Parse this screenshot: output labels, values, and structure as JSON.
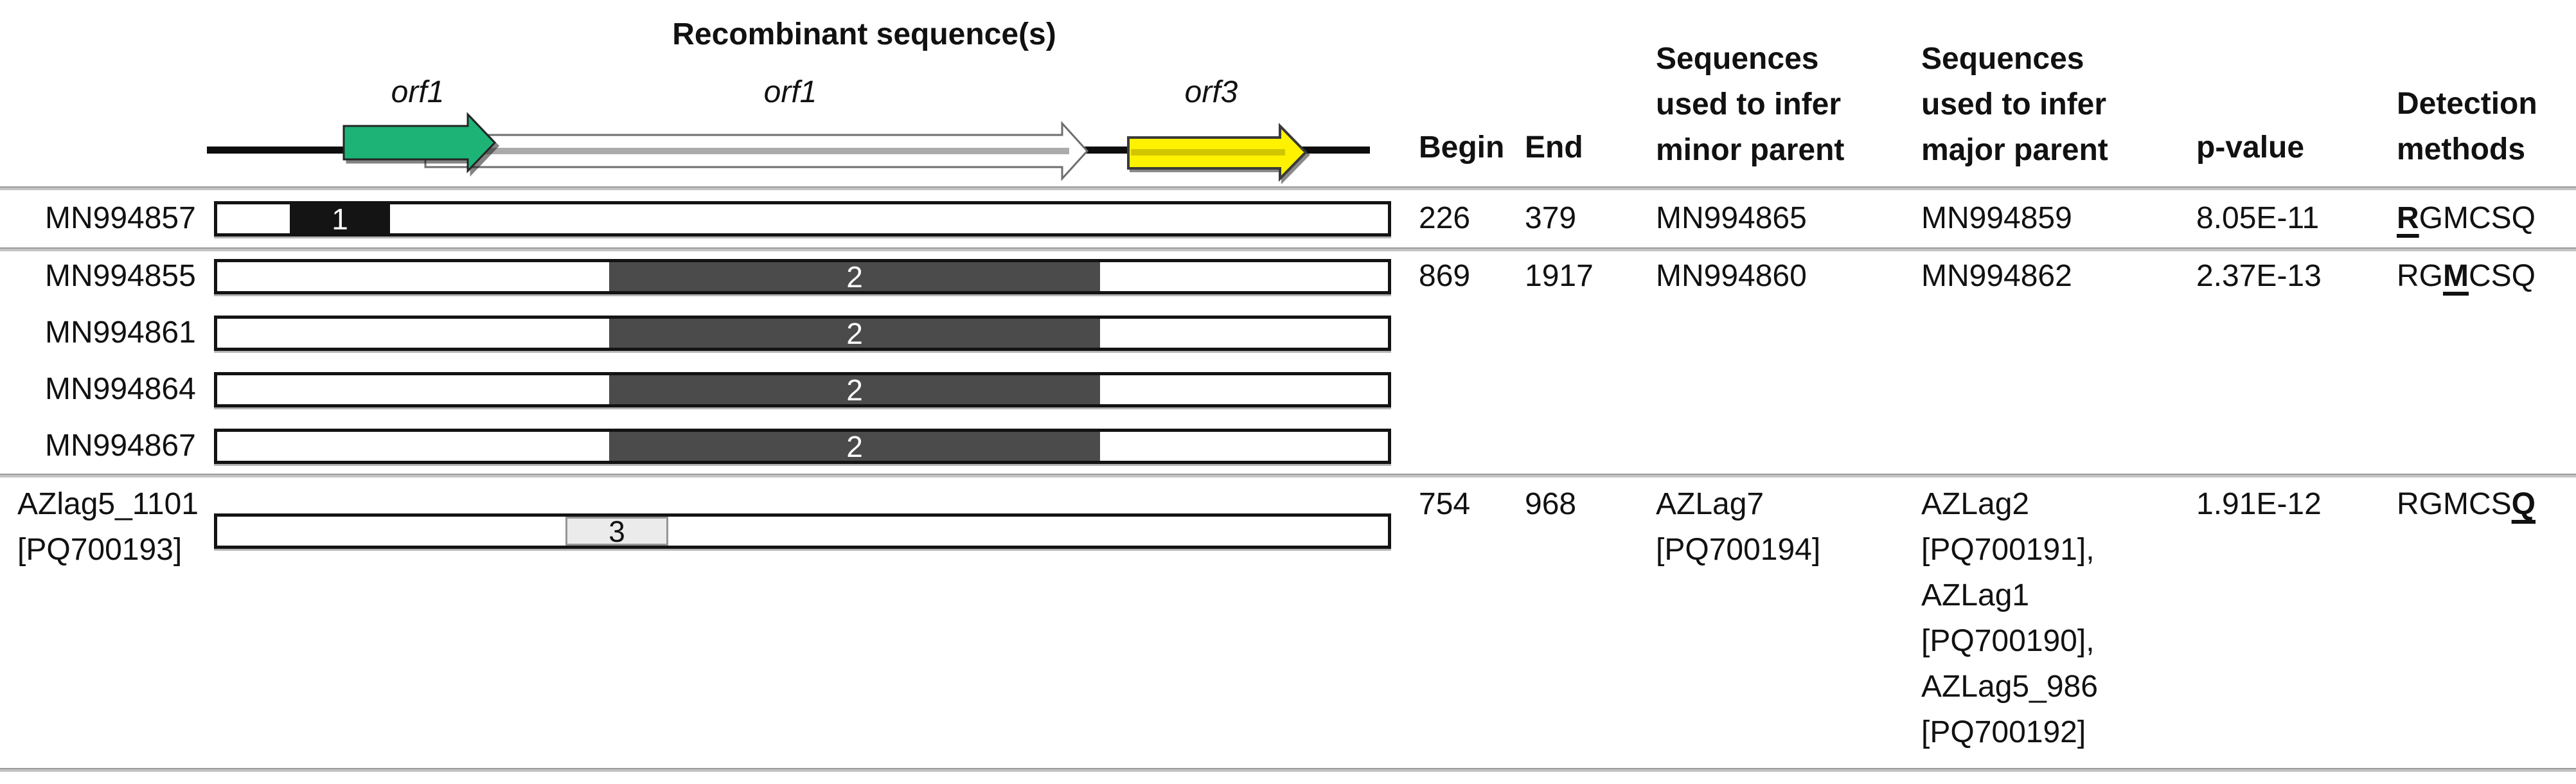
{
  "title": "Recombinant sequence(s)",
  "diagram": {
    "gene_labels": [
      "orf1",
      "orf1",
      "orf3"
    ]
  },
  "colors": {
    "orf_green": "#1db376",
    "orf_white": "#ffffff",
    "orf_white_shade": "#ababab",
    "orf_yellow": "#fff200",
    "orf_yellow_shade": "#cdc100",
    "baseline_black": "#0d0d0d",
    "event1": "#141414",
    "event2": "#4b4b4b",
    "event3": "#ebebeb"
  },
  "table": {
    "headers": {
      "begin": "Begin",
      "end": "End",
      "minor": "Sequences\nused to infer\nminor parent",
      "major": "Sequences\nused to infer\nmajor parent",
      "pvalue": "p-value",
      "detection": "Detection\nmethods"
    },
    "rows": [
      {
        "name": "MN994857",
        "event": "1",
        "begin": "226",
        "end": "379",
        "minor": "MN994865",
        "major": "MN994859",
        "pvalue": "8.05E-11",
        "detect_pre": "",
        "detect_em": "R",
        "detect_post": "GMCSQ"
      },
      {
        "name": "MN994855",
        "event": "2",
        "begin": "869",
        "end": "1917",
        "minor": "MN994860",
        "major": "MN994862",
        "pvalue": "2.37E-13",
        "detect_pre": "RG",
        "detect_em": "M",
        "detect_post": "CSQ"
      },
      {
        "name": "MN994861",
        "event": "2"
      },
      {
        "name": "MN994864",
        "event": "2"
      },
      {
        "name": "MN994867",
        "event": "2"
      },
      {
        "name": "AZlag5_1101\n[PQ700193]",
        "event": "3",
        "begin": "754",
        "end": "968",
        "minor": "AZLag7\n[PQ700194]",
        "major": "AZLag2\n[PQ700191],\nAZLag1\n[PQ700190],\nAZLag5_986\n[PQ700192]",
        "pvalue": "1.91E-12",
        "detect_pre": "RGMCS",
        "detect_em": "Q",
        "detect_post": ""
      }
    ]
  }
}
